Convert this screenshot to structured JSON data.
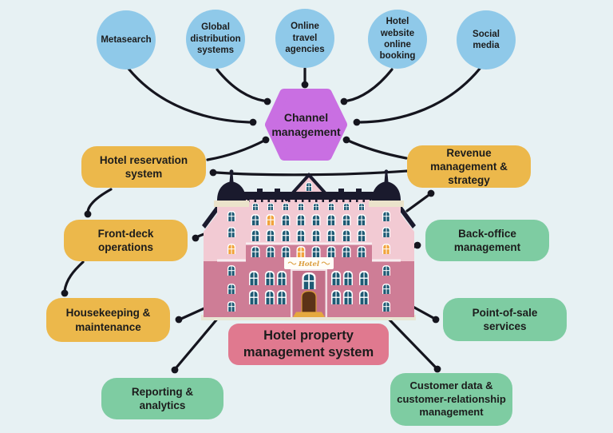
{
  "sources": [
    {
      "id": "metasearch",
      "label": "Metasearch"
    },
    {
      "id": "global-distribution-systems",
      "label": "Global\ndistribution\nsystems"
    },
    {
      "id": "online-travel-agencies",
      "label": "Online\ntravel\nagencies"
    },
    {
      "id": "hotel-website-online-booking",
      "label": "Hotel\nwebsite\nonline\nbooking"
    },
    {
      "id": "social-media",
      "label": "Social\nmedia"
    }
  ],
  "hub": {
    "label": "Channel\nmanagement",
    "color": "#c96fe2"
  },
  "modules": [
    {
      "id": "hotel-reservation-system",
      "label": "Hotel reservation\nsystem",
      "color": "#ecb84b"
    },
    {
      "id": "revenue-management-strategy",
      "label": "Revenue\nmanagement &\nstrategy",
      "color": "#ecb84b"
    },
    {
      "id": "front-deck-operations",
      "label": "Front-deck\noperations",
      "color": "#ecb84b"
    },
    {
      "id": "back-office-management",
      "label": "Back-office\nmanagement",
      "color": "#7ecca2"
    },
    {
      "id": "housekeeping-maintenance",
      "label": "Housekeeping &\nmaintenance",
      "color": "#ecb84b"
    },
    {
      "id": "point-of-sale-services",
      "label": "Point-of-sale\nservices",
      "color": "#7ecca2"
    },
    {
      "id": "reporting-analytics",
      "label": "Reporting &\nanalytics",
      "color": "#7ecca2"
    },
    {
      "id": "customer-data-crm",
      "label": "Customer data &\ncustomer-relationship\nmanagement",
      "color": "#7ecca2"
    }
  ],
  "pms_label": {
    "text": "Hotel property\nmanagement system",
    "color": "#e0798f"
  },
  "building": {
    "sign_text": "Hotel"
  },
  "palette": {
    "background": "#e7f1f3",
    "source_circle": "#8fc9e9",
    "hub_purple": "#c96fe2",
    "module_yellow": "#ecb84b",
    "module_green": "#7ecca2",
    "pms_pink": "#e0798f",
    "connector_black": "#15151e",
    "building_light_pink": "#f2cad3",
    "building_rose": "#ce7d96",
    "building_roof_navy": "#1a1a2d",
    "window_glass_teal": "#1e5a74",
    "window_lit_orange": "#f1a33c",
    "gold_accent": "#db9c3a"
  }
}
